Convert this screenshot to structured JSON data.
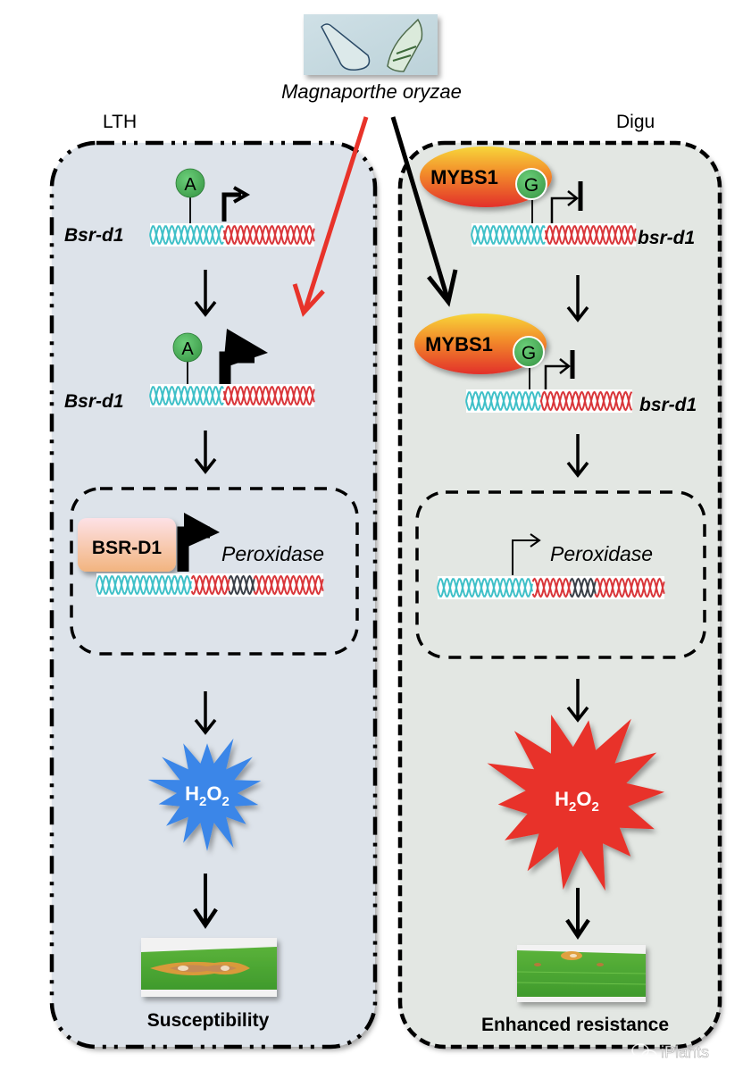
{
  "pathogen": {
    "name": "Magnaporthe oryzae",
    "image_label": "spores-photo"
  },
  "panels": {
    "left": {
      "variety_label": "LTH",
      "background": "#dde3ea",
      "border_style": "dash-dot",
      "gene_label_1": "Bsr-d1",
      "gene_label_2": "Bsr-d1",
      "snp_allele_1": "A",
      "snp_allele_2": "A",
      "protein_label": "BSR-D1",
      "target_gene_label": "Peroxidase",
      "ros_label": "H",
      "ros_sub1": "2",
      "ros_mid": "O",
      "ros_sub2": "2",
      "ros_color": "#3a86e8",
      "outcome_label": "Susceptibility"
    },
    "right": {
      "variety_label": "Digu",
      "background": "#e3e7e3",
      "border_style": "dashed",
      "gene_label_1": "bsr-d1",
      "gene_label_2": "bsr-d1",
      "snp_allele_1": "G",
      "snp_allele_2": "G",
      "repressor_label_1": "MYBS1",
      "repressor_label_2": "MYBS1",
      "target_gene_label": "Peroxidase",
      "ros_label": "H",
      "ros_sub1": "2",
      "ros_mid": "O",
      "ros_sub2": "2",
      "ros_color": "#e8332a",
      "outcome_label": "Enhanced resistance"
    }
  },
  "colors": {
    "dna_promoter": "#3fc0c8",
    "dna_gene": "#d9363a",
    "dna_exon_dark": "#3a3f48",
    "snp_green": "#4caf5a",
    "infection_arrow_left": "#e8332a",
    "infection_arrow_right": "#000000"
  },
  "watermark": {
    "text": "iPlants"
  }
}
